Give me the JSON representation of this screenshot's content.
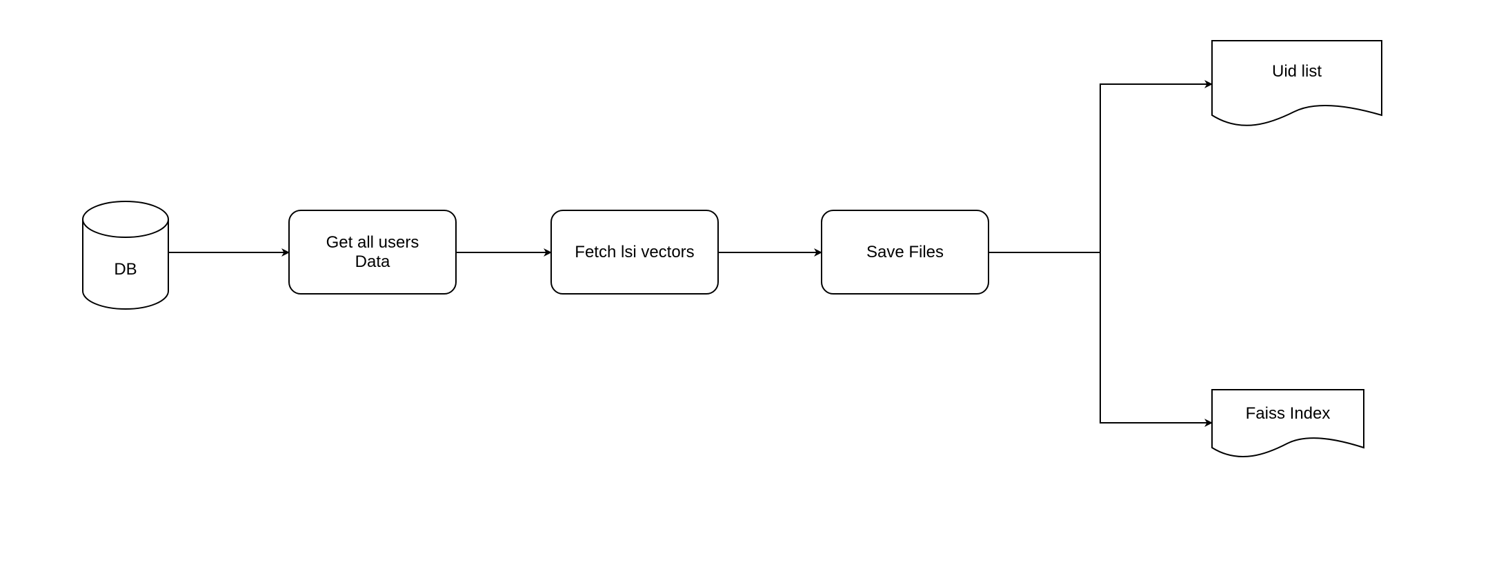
{
  "diagram": {
    "nodes": {
      "db": {
        "label": "DB",
        "shape": "cylinder"
      },
      "get_users": {
        "line1": "Get all users",
        "line2": "Data",
        "shape": "rounded-rectangle"
      },
      "fetch_lsi": {
        "label": "Fetch lsi vectors",
        "shape": "rounded-rectangle"
      },
      "save_files": {
        "label": "Save Files",
        "shape": "rounded-rectangle"
      },
      "uid_list": {
        "label": "Uid list",
        "shape": "document"
      },
      "faiss_index": {
        "label": "Faiss Index",
        "shape": "document"
      }
    },
    "edges": [
      {
        "from": "db",
        "to": "get_users"
      },
      {
        "from": "get_users",
        "to": "fetch_lsi"
      },
      {
        "from": "fetch_lsi",
        "to": "save_files"
      },
      {
        "from": "save_files",
        "to": "uid_list"
      },
      {
        "from": "save_files",
        "to": "faiss_index"
      }
    ],
    "colors": {
      "stroke": "#000000",
      "fill": "#ffffff",
      "text": "#000000"
    }
  }
}
